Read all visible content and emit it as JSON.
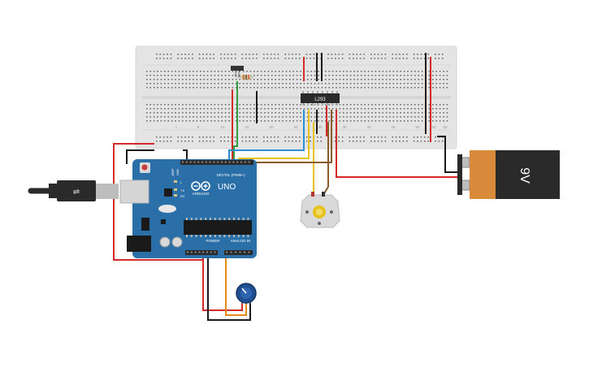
{
  "board": {
    "logo_text": "UNO",
    "brand_text": "ARDUINO",
    "digital_label": "DIGITAL (PWM~)",
    "power_label": "POWER",
    "analog_label": "ANALOG IN",
    "tx_label": "TX",
    "rx_label": "RX",
    "l_label": "L",
    "aref_label": "AREF",
    "gnd_label": "GND"
  },
  "ic": {
    "label": "L293"
  },
  "battery": {
    "label": "9V"
  },
  "breadboard": {
    "column_numbers": [
      "1",
      "5",
      "10",
      "15",
      "20",
      "25",
      "30",
      "35",
      "40",
      "45",
      "50",
      "55",
      "60"
    ]
  },
  "colors": {
    "wire_red": "#d42a2a",
    "wire_black": "#1a1a1a",
    "wire_green": "#2e9e3e",
    "wire_blue": "#2a8fd4",
    "wire_yellow": "#e6c21a",
    "wire_brown": "#8a5a2a",
    "wire_orange": "#e68a1a",
    "arduino_blue": "#2a6fa8",
    "battery_orange": "#d98a3a",
    "battery_dark": "#2a2a2a"
  }
}
